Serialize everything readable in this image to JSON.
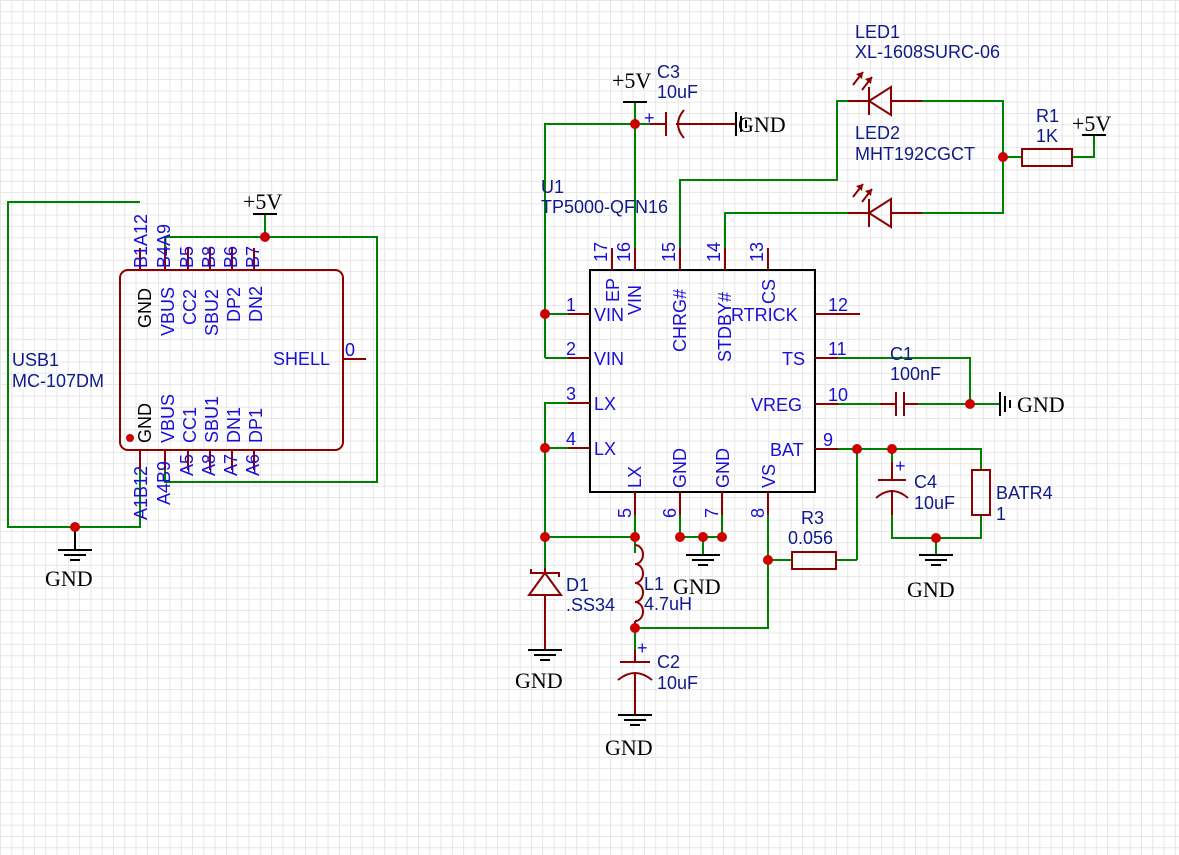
{
  "power": {
    "vcc": "+5V",
    "gnd": "GND"
  },
  "usb": {
    "ref": "USB1",
    "value": "MC-107DM",
    "top_pin_numbers": [
      "B1A12",
      "B4A9",
      "B5",
      "B8",
      "B6",
      "B7"
    ],
    "top_pin_names": [
      "GND",
      "VBUS",
      "CC2",
      "SBU2",
      "DP2",
      "DN2"
    ],
    "bottom_pin_names": [
      "GND",
      "VBUS",
      "CC1",
      "SBU1",
      "DN1",
      "DP1"
    ],
    "bottom_pin_numbers": [
      "A1B12",
      "A4B9",
      "A5",
      "A8",
      "A7",
      "A6"
    ],
    "shell_label": "SHELL",
    "shell_number": "0"
  },
  "u1": {
    "ref": "U1",
    "value": "TP5000-QFN16",
    "top_pins": [
      {
        "num": "17",
        "name": "EP"
      },
      {
        "num": "16",
        "name": "VIN"
      },
      {
        "num": "15",
        "name": "CHRG#"
      },
      {
        "num": "14",
        "name": "STDBY#"
      },
      {
        "num": "13",
        "name": "CS"
      }
    ],
    "left_pins": [
      {
        "num": "1",
        "name": "VIN"
      },
      {
        "num": "2",
        "name": "VIN"
      },
      {
        "num": "3",
        "name": "LX"
      },
      {
        "num": "4",
        "name": "LX"
      }
    ],
    "right_pins": [
      {
        "num": "12",
        "name": "RTRICK"
      },
      {
        "num": "11",
        "name": "TS"
      },
      {
        "num": "10",
        "name": "VREG"
      },
      {
        "num": "9",
        "name": "BAT"
      }
    ],
    "bottom_pins": [
      {
        "num": "5",
        "name": "LX"
      },
      {
        "num": "6",
        "name": "GND"
      },
      {
        "num": "7",
        "name": "GND"
      },
      {
        "num": "8",
        "name": "VS"
      }
    ]
  },
  "parts": {
    "c3": {
      "ref": "C3",
      "value": "10uF"
    },
    "c1": {
      "ref": "C1",
      "value": "100nF"
    },
    "c4": {
      "ref": "C4",
      "value": "10uF"
    },
    "c2": {
      "ref": "C2",
      "value": "10uF"
    },
    "r1": {
      "ref": "R1",
      "value": "1K"
    },
    "r3": {
      "ref": "R3",
      "value": "0.056"
    },
    "led1": {
      "ref": "LED1",
      "value": "XL-1608SURC-06"
    },
    "led2": {
      "ref": "LED2",
      "value": "MHT192CGCT"
    },
    "d1": {
      "ref": "D1",
      "value": ".SS34"
    },
    "l1": {
      "ref": "L1",
      "value": "4.7uH"
    },
    "bat": {
      "ref": "BATR4",
      "value": "1"
    }
  },
  "colors": {
    "wire": "#008000",
    "part": "#8b0000",
    "pin_text": "#1a0dd6",
    "junction": "#cc0000"
  }
}
